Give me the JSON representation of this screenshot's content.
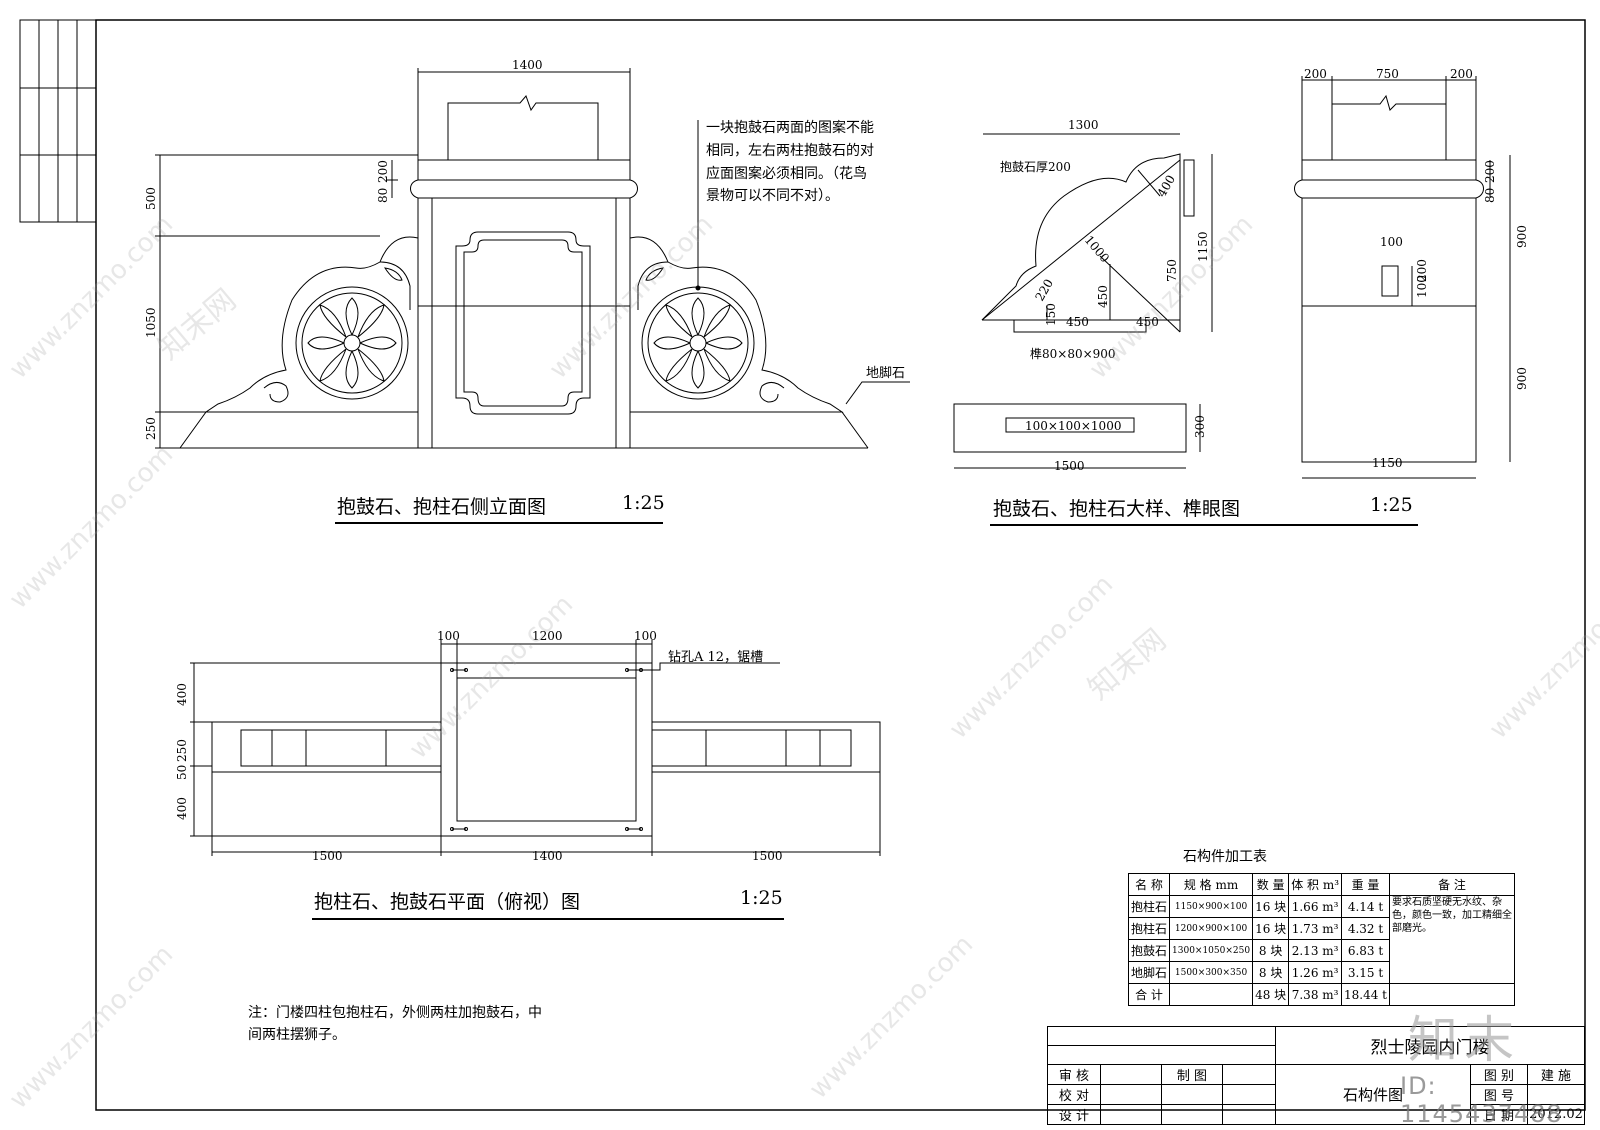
{
  "drawing": {
    "elevation": {
      "title": "抱鼓石、抱柱石侧立面图",
      "scale": "1:25",
      "dims": {
        "top_width": "1400",
        "d500": "500",
        "d1050": "1050",
        "d250": "250",
        "d80": "80",
        "d200": "200"
      },
      "callout_note": [
        "一块抱鼓石两面的图案不能",
        "相同，左右两柱抱鼓石的对",
        "应面图案必须相同。（花鸟",
        "景物可以不同不对）。"
      ],
      "plinth_label": "地脚石"
    },
    "detail": {
      "title": "抱鼓石、抱柱石大样、榫眼图",
      "scale": "1:25",
      "drum_dims": {
        "d1300": "1300",
        "thickness": "抱鼓石厚200",
        "d400": "400",
        "d1000": "1000",
        "d1150": "1150",
        "d750": "750",
        "d450_v": "450",
        "d220": "220",
        "d150": "150",
        "d450_a": "450",
        "d450_b": "450"
      },
      "tenon": "榫80×80×900",
      "base_slot": "100×100×1000",
      "base_dims": {
        "d1500": "1500",
        "d300": "300"
      },
      "pillar_dims": {
        "d200_left": "200",
        "d750": "750",
        "d200_right": "200",
        "d80": "80",
        "d200": "200",
        "d900_top": "900",
        "d900_bottom": "900",
        "d100": "100",
        "d100_r": "100",
        "d200_r": "200",
        "d1150": "1150"
      }
    },
    "plan": {
      "title": "抱柱石、抱鼓石平面（俯视）图",
      "scale": "1:25",
      "top_dims": {
        "a": "100",
        "b": "1200",
        "c": "100"
      },
      "drill_note": "钻孔A 12，锯槽",
      "left_dims": {
        "d400_top": "400",
        "d250": "250",
        "d50": "50",
        "d400_bottom": "400"
      },
      "bottom_dims": {
        "left": "1500",
        "mid": "1400",
        "right": "1500"
      }
    },
    "footnote": [
      "注：门楼四柱包抱柱石，外侧两柱加抱鼓石，中",
      "间两柱摆狮子。"
    ]
  },
  "parts_table": {
    "caption": "石构件加工表",
    "headers": [
      "名 称",
      "规 格 mm",
      "数 量",
      "体 积 m³",
      "重 量",
      "备 注"
    ],
    "rows": [
      {
        "name": "抱柱石",
        "spec": "1150×900×100",
        "qty": "16 块",
        "vol": "1.66 m³",
        "wt": "4.14 t"
      },
      {
        "name": "抱柱石",
        "spec": "1200×900×100",
        "qty": "16 块",
        "vol": "1.73 m³",
        "wt": "4.32 t"
      },
      {
        "name": "抱鼓石",
        "spec": "1300×1050×250",
        "qty": "8 块",
        "vol": "2.13 m³",
        "wt": "6.83 t"
      },
      {
        "name": "地脚石",
        "spec": "1500×300×350",
        "qty": "8 块",
        "vol": "1.26 m³",
        "wt": "3.15 t"
      },
      {
        "name": "合 计",
        "spec": "",
        "qty": "48 块",
        "vol": "7.38 m³",
        "wt": "18.44 t"
      }
    ],
    "remark": "要求石质坚硬无水纹、杂色，颜色一致，加工精细全部磨光。"
  },
  "title_block": {
    "project": "烈士陵园内门楼",
    "drawing_name": "石构件图",
    "review": "审 核",
    "draw": "制 图",
    "check": "校 对",
    "design": "设 计",
    "category_label": "图 别",
    "category_value": "建 施",
    "number_label": "图 号",
    "date_label": "日 期",
    "date_value": "2012.02"
  },
  "watermark": {
    "site": "www.znzmo.com",
    "site_cn": "知末网",
    "brand": "知末",
    "id": "ID: 1145437488"
  }
}
